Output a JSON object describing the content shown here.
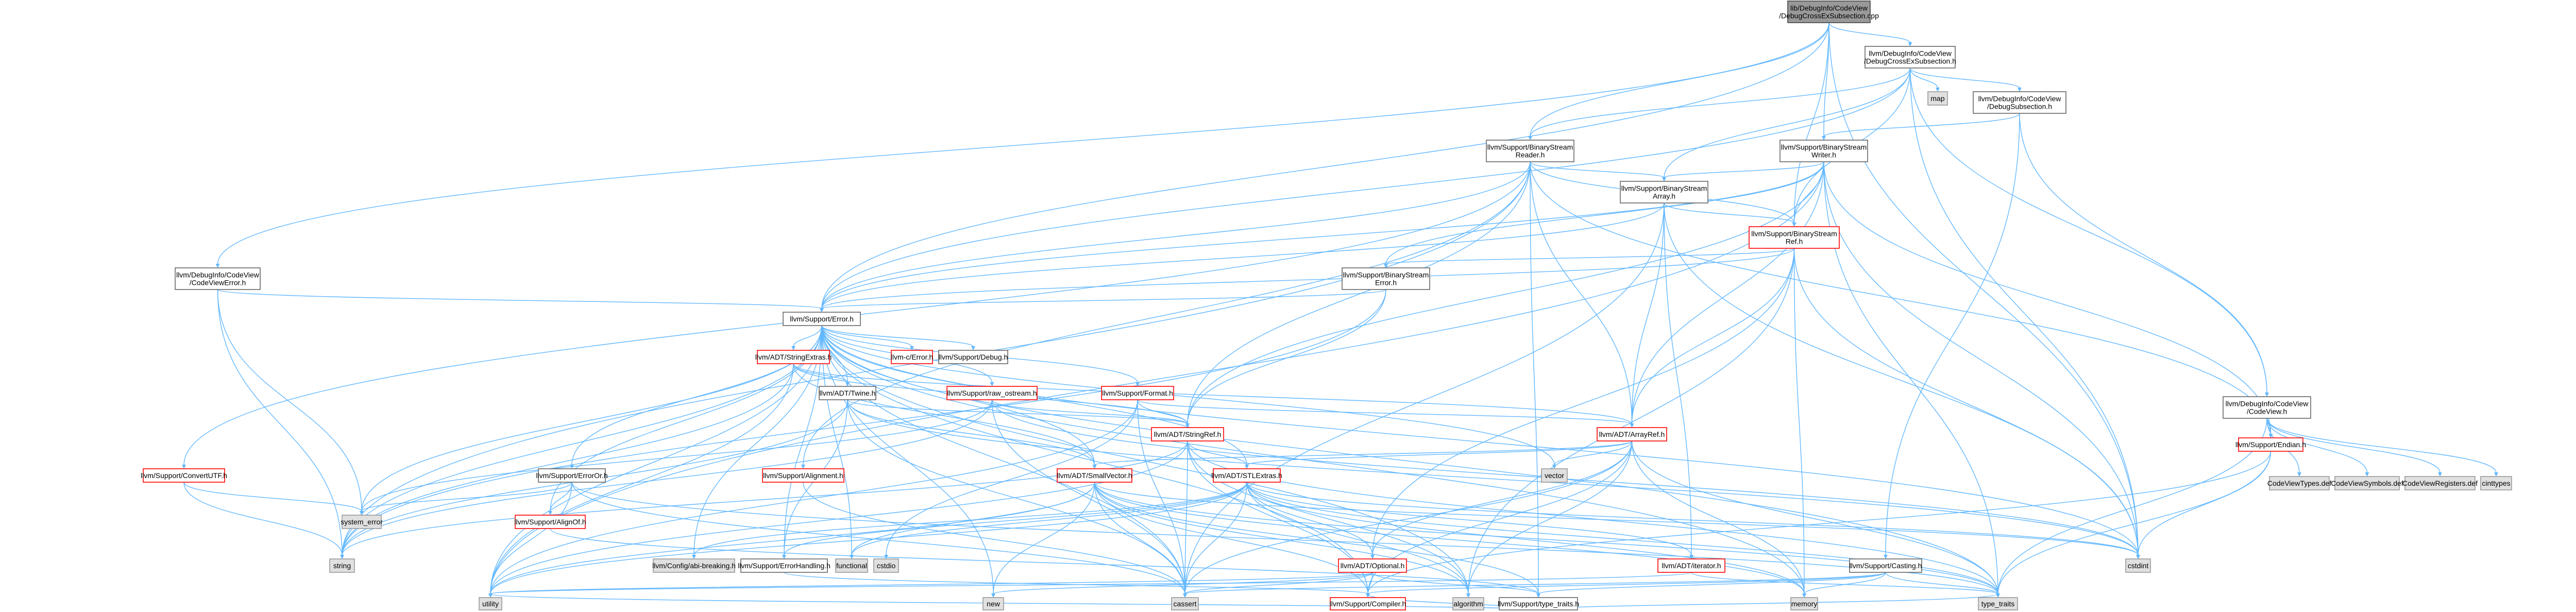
{
  "diagram": {
    "type": "include-dependency-graph",
    "colors": {
      "edge": "#63b8ff",
      "root_fill": "#999999",
      "file_fill": "#ffffff",
      "file_border": "#666666",
      "truncated_border": "#ff0000",
      "system_fill": "#e0e0e0",
      "system_border": "#999999"
    },
    "nodes": [
      {
        "id": "root",
        "lines": [
          "lib/DebugInfo/CodeView",
          "/DebugCrossExSubsection.cpp"
        ],
        "kind": "root"
      },
      {
        "id": "dcrossex",
        "lines": [
          "llvm/DebugInfo/CodeView",
          "/DebugCrossExSubsection.h"
        ],
        "kind": "file"
      },
      {
        "id": "cverror",
        "lines": [
          "llvm/DebugInfo/CodeView",
          "/CodeViewError.h"
        ],
        "kind": "file"
      },
      {
        "id": "map",
        "lines": [
          "map"
        ],
        "kind": "system"
      },
      {
        "id": "dsubsection",
        "lines": [
          "llvm/DebugInfo/CodeView",
          "/DebugSubsection.h"
        ],
        "kind": "file"
      },
      {
        "id": "bsreader",
        "lines": [
          "llvm/Support/BinaryStream",
          "Reader.h"
        ],
        "kind": "file"
      },
      {
        "id": "bswriter",
        "lines": [
          "llvm/Support/BinaryStream",
          "Writer.h"
        ],
        "kind": "file"
      },
      {
        "id": "bsarray",
        "lines": [
          "llvm/Support/BinaryStream",
          "Array.h"
        ],
        "kind": "file"
      },
      {
        "id": "bsref",
        "lines": [
          "llvm/Support/BinaryStream",
          "Ref.h"
        ],
        "kind": "truncated"
      },
      {
        "id": "bserror",
        "lines": [
          "llvm/Support/BinaryStream",
          "Error.h"
        ],
        "kind": "file"
      },
      {
        "id": "error",
        "lines": [
          "llvm/Support/Error.h"
        ],
        "kind": "file"
      },
      {
        "id": "codeview",
        "lines": [
          "llvm/DebugInfo/CodeView",
          "/CodeView.h"
        ],
        "kind": "file"
      },
      {
        "id": "stringextras",
        "lines": [
          "llvm/ADT/StringExtras.h"
        ],
        "kind": "truncated"
      },
      {
        "id": "cerror",
        "lines": [
          "llvm-c/Error.h"
        ],
        "kind": "truncated"
      },
      {
        "id": "debug",
        "lines": [
          "llvm/Support/Debug.h"
        ],
        "kind": "file"
      },
      {
        "id": "twine",
        "lines": [
          "llvm/ADT/Twine.h"
        ],
        "kind": "file"
      },
      {
        "id": "rawostream",
        "lines": [
          "llvm/Support/raw_ostream.h"
        ],
        "kind": "truncated"
      },
      {
        "id": "format",
        "lines": [
          "llvm/Support/Format.h"
        ],
        "kind": "truncated"
      },
      {
        "id": "stringref",
        "lines": [
          "llvm/ADT/StringRef.h"
        ],
        "kind": "truncated"
      },
      {
        "id": "arrayref",
        "lines": [
          "llvm/ADT/ArrayRef.h"
        ],
        "kind": "truncated"
      },
      {
        "id": "convertutf",
        "lines": [
          "llvm/Support/ConvertUTF.h"
        ],
        "kind": "truncated"
      },
      {
        "id": "alignment",
        "lines": [
          "llvm/Support/Alignment.h"
        ],
        "kind": "truncated"
      },
      {
        "id": "erroror",
        "lines": [
          "llvm/Support/ErrorOr.h"
        ],
        "kind": "file"
      },
      {
        "id": "smallvector",
        "lines": [
          "llvm/ADT/SmallVector.h"
        ],
        "kind": "truncated"
      },
      {
        "id": "stlextras",
        "lines": [
          "llvm/ADT/STLExtras.h"
        ],
        "kind": "truncated"
      },
      {
        "id": "vector",
        "lines": [
          "vector"
        ],
        "kind": "system"
      },
      {
        "id": "endian",
        "lines": [
          "llvm/Support/Endian.h"
        ],
        "kind": "truncated"
      },
      {
        "id": "cvtypes",
        "lines": [
          "CodeViewTypes.def"
        ],
        "kind": "system"
      },
      {
        "id": "cvsymbols",
        "lines": [
          "CodeViewSymbols.def"
        ],
        "kind": "system"
      },
      {
        "id": "cvregisters",
        "lines": [
          "CodeViewRegisters.def"
        ],
        "kind": "system"
      },
      {
        "id": "cinttypes",
        "lines": [
          "cinttypes"
        ],
        "kind": "system"
      },
      {
        "id": "alignof",
        "lines": [
          "llvm/Support/AlignOf.h"
        ],
        "kind": "truncated"
      },
      {
        "id": "systemerror",
        "lines": [
          "system_error"
        ],
        "kind": "system"
      },
      {
        "id": "string",
        "lines": [
          "string"
        ],
        "kind": "system"
      },
      {
        "id": "errorhandling",
        "lines": [
          "llvm/Support/ErrorHandling.h"
        ],
        "kind": "file"
      },
      {
        "id": "abibreaking",
        "lines": [
          "llvm/Config/abi-breaking.h"
        ],
        "kind": "system"
      },
      {
        "id": "functional",
        "lines": [
          "functional"
        ],
        "kind": "system"
      },
      {
        "id": "cstdio",
        "lines": [
          "cstdio"
        ],
        "kind": "system"
      },
      {
        "id": "optional",
        "lines": [
          "llvm/ADT/Optional.h"
        ],
        "kind": "truncated"
      },
      {
        "id": "iterator",
        "lines": [
          "llvm/ADT/iterator.h"
        ],
        "kind": "truncated"
      },
      {
        "id": "casting",
        "lines": [
          "llvm/Support/Casting.h"
        ],
        "kind": "file"
      },
      {
        "id": "cstdint",
        "lines": [
          "cstdint"
        ],
        "kind": "system"
      },
      {
        "id": "new",
        "lines": [
          "new"
        ],
        "kind": "system"
      },
      {
        "id": "cassert",
        "lines": [
          "cassert"
        ],
        "kind": "system"
      },
      {
        "id": "algorithm",
        "lines": [
          "algorithm"
        ],
        "kind": "system"
      },
      {
        "id": "memory",
        "lines": [
          "memory"
        ],
        "kind": "system"
      },
      {
        "id": "typetraitsllvm",
        "lines": [
          "llvm/Support/type_traits.h"
        ],
        "kind": "file"
      },
      {
        "id": "utility",
        "lines": [
          "utility"
        ],
        "kind": "system"
      },
      {
        "id": "compiler",
        "lines": [
          "llvm/Support/Compiler.h"
        ],
        "kind": "truncated"
      },
      {
        "id": "typetraits",
        "lines": [
          "type_traits"
        ],
        "kind": "system"
      }
    ],
    "edges": [
      [
        "root",
        "dcrossex"
      ],
      [
        "root",
        "cverror"
      ],
      [
        "root",
        "error"
      ],
      [
        "root",
        "cstdint"
      ],
      [
        "root",
        "bsref"
      ],
      [
        "root",
        "bsreader"
      ],
      [
        "root",
        "bswriter"
      ],
      [
        "dcrossex",
        "map"
      ],
      [
        "dcrossex",
        "dsubsection"
      ],
      [
        "dcrossex",
        "codeview"
      ],
      [
        "dcrossex",
        "bsarray"
      ],
      [
        "dcrossex",
        "bsreader"
      ],
      [
        "dcrossex",
        "bsref"
      ],
      [
        "dcrossex",
        "error"
      ],
      [
        "dcrossex",
        "cstdint"
      ],
      [
        "dsubsection",
        "codeview"
      ],
      [
        "dsubsection",
        "bswriter"
      ],
      [
        "dsubsection",
        "casting"
      ],
      [
        "cverror",
        "error"
      ],
      [
        "cverror",
        "string"
      ],
      [
        "cverror",
        "systemerror"
      ],
      [
        "bsreader",
        "arrayref"
      ],
      [
        "bsreader",
        "stringref"
      ],
      [
        "bsreader",
        "bsarray"
      ],
      [
        "bsreader",
        "bsref"
      ],
      [
        "bsreader",
        "convertutf"
      ],
      [
        "bsreader",
        "endian"
      ],
      [
        "bsreader",
        "error"
      ],
      [
        "bsreader",
        "alignment"
      ],
      [
        "bsreader",
        "typetraitsllvm"
      ],
      [
        "bsreader",
        "string"
      ],
      [
        "bsreader",
        "type_traits_sys"
      ],
      [
        "bswriter",
        "arrayref"
      ],
      [
        "bswriter",
        "stringref"
      ],
      [
        "bswriter",
        "bsarray"
      ],
      [
        "bswriter",
        "bserror"
      ],
      [
        "bswriter",
        "bsref"
      ],
      [
        "bswriter",
        "endian"
      ],
      [
        "bswriter",
        "error"
      ],
      [
        "bswriter",
        "cstdint"
      ],
      [
        "bswriter",
        "utility"
      ],
      [
        "bswriter",
        "typetraits"
      ],
      [
        "bsarray",
        "arrayref"
      ],
      [
        "bsarray",
        "iterator"
      ],
      [
        "bsarray",
        "bsref"
      ],
      [
        "bsarray",
        "error"
      ],
      [
        "bsarray",
        "cassert"
      ],
      [
        "bsarray",
        "cstdint"
      ],
      [
        "bsref",
        "arrayref"
      ],
      [
        "bsref",
        "optional"
      ],
      [
        "bsref",
        "bserror"
      ],
      [
        "bsref",
        "error"
      ],
      [
        "bsref",
        "algorithm"
      ],
      [
        "bsref",
        "cstdint"
      ],
      [
        "bsref",
        "memory"
      ],
      [
        "bserror",
        "stringref"
      ],
      [
        "bserror",
        "error"
      ],
      [
        "bserror",
        "string"
      ],
      [
        "error",
        "cerror"
      ],
      [
        "error",
        "stlextras"
      ],
      [
        "error",
        "smallvector"
      ],
      [
        "error",
        "stringextras"
      ],
      [
        "error",
        "twine"
      ],
      [
        "error",
        "abibreaking"
      ],
      [
        "error",
        "alignof"
      ],
      [
        "error",
        "compiler"
      ],
      [
        "error",
        "debug"
      ],
      [
        "error",
        "errorhandling"
      ],
      [
        "error",
        "erroror"
      ],
      [
        "error",
        "format"
      ],
      [
        "error",
        "rawostream"
      ],
      [
        "error",
        "algorithm"
      ],
      [
        "error",
        "cassert"
      ],
      [
        "error",
        "cstdint"
      ],
      [
        "error",
        "cstdlib_x"
      ],
      [
        "error",
        "functional"
      ],
      [
        "error",
        "memory"
      ],
      [
        "error",
        "new"
      ],
      [
        "error",
        "string"
      ],
      [
        "error",
        "systemerror"
      ],
      [
        "error",
        "typetraits"
      ],
      [
        "error",
        "utility"
      ],
      [
        "error",
        "vector"
      ],
      [
        "codeview",
        "endian"
      ],
      [
        "codeview",
        "cinttypes"
      ],
      [
        "codeview",
        "typetraits"
      ],
      [
        "codeview",
        "cvtypes"
      ],
      [
        "codeview",
        "cvsymbols"
      ],
      [
        "codeview",
        "cvregisters"
      ],
      [
        "stringextras",
        "arrayref"
      ],
      [
        "stringextras",
        "smallvector"
      ],
      [
        "stringextras",
        "stringref"
      ],
      [
        "stringextras",
        "twine"
      ],
      [
        "stringextras",
        "string"
      ],
      [
        "stringextras",
        "utility"
      ],
      [
        "twine",
        "smallvector"
      ],
      [
        "twine",
        "stringref"
      ],
      [
        "twine",
        "errorhandling"
      ],
      [
        "twine",
        "cassert"
      ],
      [
        "twine",
        "cstdint"
      ],
      [
        "twine",
        "string"
      ],
      [
        "rawostream",
        "stringref"
      ],
      [
        "rawostream",
        "cassert"
      ],
      [
        "rawostream",
        "cstddef_x"
      ],
      [
        "rawostream",
        "cstdint"
      ],
      [
        "rawostream",
        "string"
      ],
      [
        "rawostream",
        "systemerror"
      ],
      [
        "format",
        "arrayref"
      ],
      [
        "format",
        "stringref"
      ],
      [
        "format",
        "cassert"
      ],
      [
        "format",
        "cstdio"
      ],
      [
        "format",
        "utility"
      ],
      [
        "stringref",
        "stlextras"
      ],
      [
        "stringref",
        "compiler"
      ],
      [
        "stringref",
        "algorithm"
      ],
      [
        "stringref",
        "cassert"
      ],
      [
        "stringref",
        "cstring_x"
      ],
      [
        "stringref",
        "limits_x"
      ],
      [
        "stringref",
        "string"
      ],
      [
        "stringref",
        "typetraits"
      ],
      [
        "stringref",
        "utility"
      ],
      [
        "arrayref",
        "optional"
      ],
      [
        "arrayref",
        "stlextras"
      ],
      [
        "arrayref",
        "smallvector"
      ],
      [
        "arrayref",
        "compiler"
      ],
      [
        "arrayref",
        "algorithm"
      ],
      [
        "arrayref",
        "cassert"
      ],
      [
        "arrayref",
        "memory"
      ],
      [
        "arrayref",
        "typetraits"
      ],
      [
        "arrayref",
        "vector"
      ],
      [
        "convertutf",
        "string"
      ],
      [
        "convertutf",
        "systemerror"
      ],
      [
        "alignment",
        "mathextras_x"
      ],
      [
        "alignment",
        "cassert"
      ],
      [
        "erroror",
        "alignof"
      ],
      [
        "erroror",
        "cassert"
      ],
      [
        "erroror",
        "systemerror"
      ],
      [
        "erroror",
        "typetraits"
      ],
      [
        "erroror",
        "utility"
      ],
      [
        "smallvector",
        "compiler"
      ],
      [
        "smallvector",
        "typetraitsllvm"
      ],
      [
        "smallvector",
        "algorithm"
      ],
      [
        "smallvector",
        "cassert"
      ],
      [
        "smallvector",
        "cstdint"
      ],
      [
        "smallvector",
        "functional"
      ],
      [
        "smallvector",
        "memory"
      ],
      [
        "smallvector",
        "new"
      ],
      [
        "smallvector",
        "typetraits"
      ],
      [
        "smallvector",
        "utility"
      ],
      [
        "stlextras",
        "optional"
      ],
      [
        "stlextras",
        "iterator"
      ],
      [
        "stlextras",
        "abibreaking"
      ],
      [
        "stlextras",
        "errorhandling"
      ],
      [
        "stlextras",
        "algorithm"
      ],
      [
        "stlextras",
        "cassert"
      ],
      [
        "stlextras",
        "cstdint"
      ],
      [
        "stlextras",
        "functional"
      ],
      [
        "stlextras",
        "memory"
      ],
      [
        "stlextras",
        "typetraits"
      ],
      [
        "stlextras",
        "utility"
      ],
      [
        "endian",
        "compiler"
      ],
      [
        "endian",
        "cstdint"
      ],
      [
        "endian",
        "typetraits"
      ],
      [
        "alignof",
        "typetraitsllvm"
      ],
      [
        "errorhandling",
        "compiler"
      ],
      [
        "optional",
        "compiler"
      ],
      [
        "optional",
        "typetraitsllvm"
      ],
      [
        "optional",
        "cassert"
      ],
      [
        "optional",
        "new"
      ],
      [
        "optional",
        "utility"
      ],
      [
        "iterator",
        "typetraits"
      ],
      [
        "iterator",
        "utility"
      ],
      [
        "casting",
        "compiler"
      ],
      [
        "casting",
        "typetraitsllvm"
      ],
      [
        "casting",
        "cassert"
      ],
      [
        "casting",
        "memory"
      ],
      [
        "casting",
        "typetraits"
      ],
      [
        "typetraitsllvm",
        "compiler"
      ],
      [
        "typetraitsllvm",
        "typetraits"
      ],
      [
        "typetraitsllvm",
        "utility"
      ]
    ]
  }
}
